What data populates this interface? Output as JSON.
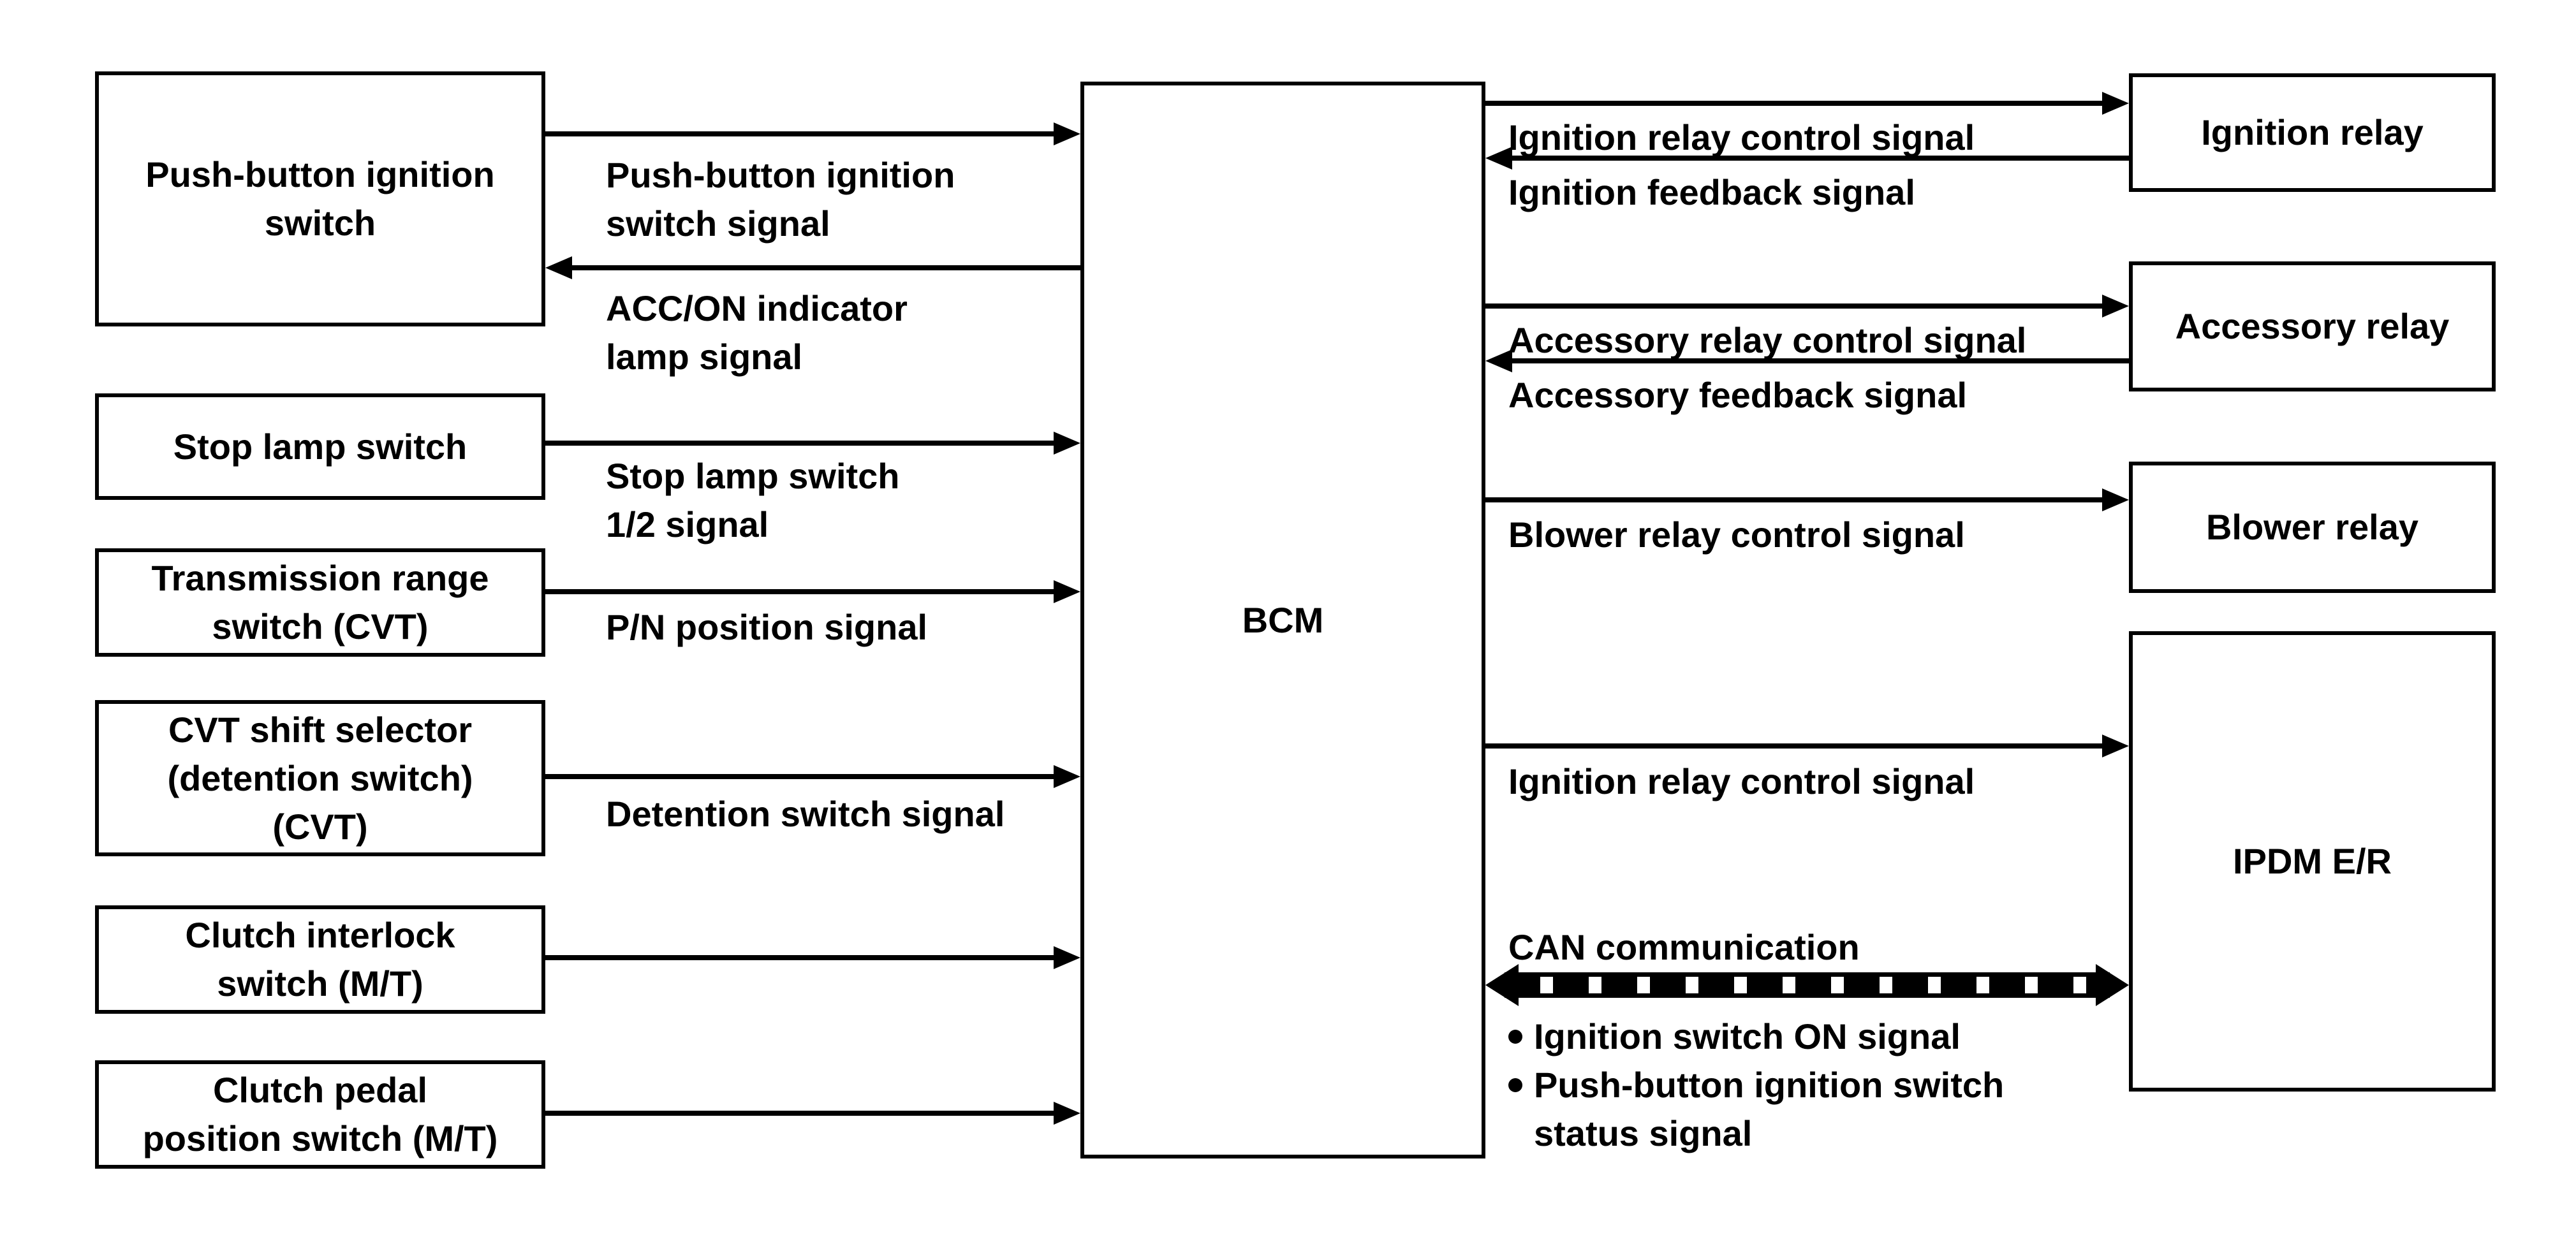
{
  "colors": {
    "background": "#ffffff",
    "ink": "#000000"
  },
  "nodes": {
    "bcm": {
      "label": "BCM"
    },
    "left": [
      {
        "label": "Push-button ignition\nswitch"
      },
      {
        "label": "Stop lamp switch"
      },
      {
        "label": "Transmission range\nswitch (CVT)"
      },
      {
        "label": "CVT shift selector\n(detention switch)\n(CVT)"
      },
      {
        "label": "Clutch interlock\nswitch (M/T)"
      },
      {
        "label": "Clutch pedal\nposition switch (M/T)"
      }
    ],
    "right": [
      {
        "label": "Ignition relay"
      },
      {
        "label": "Accessory relay"
      },
      {
        "label": "Blower relay"
      },
      {
        "label": "IPDM E/R"
      }
    ]
  },
  "signals": {
    "left": [
      {
        "label": "Push-button ignition\nswitch signal",
        "direction": "to-bcm"
      },
      {
        "label": "ACC/ON indicator\nlamp signal",
        "direction": "from-bcm"
      },
      {
        "label": "Stop lamp switch\n1/2 signal",
        "direction": "to-bcm"
      },
      {
        "label": "P/N position signal",
        "direction": "to-bcm"
      },
      {
        "label": "Detention switch signal",
        "direction": "to-bcm"
      },
      {
        "label": "",
        "direction": "to-bcm"
      },
      {
        "label": "",
        "direction": "to-bcm"
      }
    ],
    "right": [
      {
        "label": "Ignition relay control signal",
        "direction": "from-bcm"
      },
      {
        "label": "Ignition feedback signal",
        "direction": "to-bcm"
      },
      {
        "label": "Accessory relay control signal",
        "direction": "from-bcm"
      },
      {
        "label": "Accessory feedback signal",
        "direction": "to-bcm"
      },
      {
        "label": "Blower relay control signal",
        "direction": "from-bcm"
      },
      {
        "label": "Ignition relay control signal",
        "direction": "from-bcm"
      },
      {
        "label": "CAN communication",
        "direction": "bidirectional",
        "items": [
          "Ignition switch ON signal",
          "Push-button ignition switch\nstatus signal"
        ]
      }
    ]
  }
}
